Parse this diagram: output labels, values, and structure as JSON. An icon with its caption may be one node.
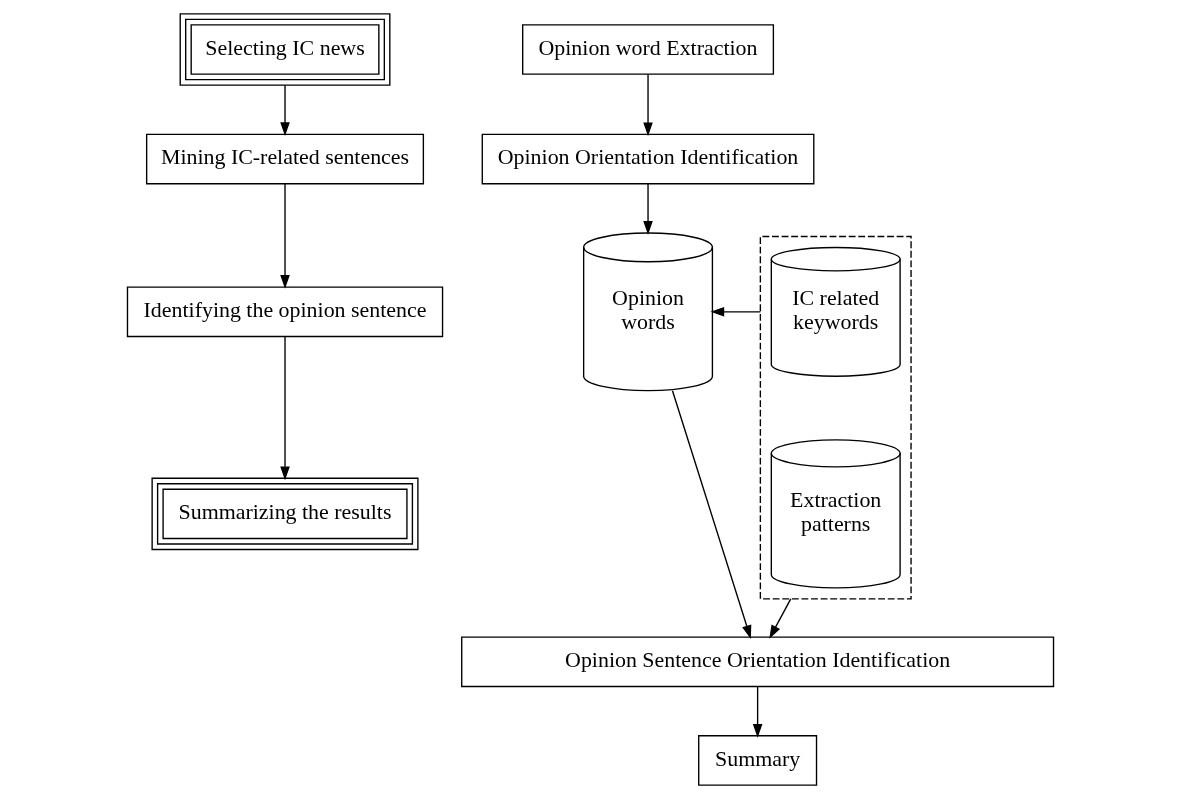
{
  "diagram": {
    "nodes": [
      {
        "text": [
          "Selecting IC news"
        ]
      },
      {
        "text": [
          "Mining IC-related sentences"
        ]
      },
      {
        "text": [
          "Identifying the opinion sentence"
        ]
      },
      {
        "text": [
          "Summarizing the results"
        ]
      },
      {
        "text": [
          "Opinion word Extraction"
        ]
      },
      {
        "text": [
          "Opinion Orientation Identification"
        ]
      },
      {
        "text": [
          "Opinion words"
        ]
      },
      {
        "text": [],
        "shape": "box"
      },
      {
        "text": [
          "IC related keywords"
        ],
        "in": 7
      },
      {
        "text": [
          "Extraction patterns"
        ],
        "in": 7
      },
      {
        "text": [
          "Opinion Sentence Orientation Identification"
        ]
      },
      {
        "text": [
          "Summary"
        ]
      }
    ],
    "edges": [
      {
        "from": 0,
        "to": 1,
        "arrow": "to"
      },
      {
        "from": 1,
        "to": 2,
        "arrow": "to"
      },
      {
        "from": 2,
        "to": 3,
        "arrow": "to"
      },
      {
        "from": 4,
        "to": 5,
        "arrow": "to"
      },
      {
        "from": 5,
        "to": 6,
        "arrow": "to"
      },
      {
        "from": 7,
        "to": 6,
        "arrow": "to"
      },
      {
        "from": 6,
        "to": 10,
        "arrow": "to"
      },
      {
        "from": 7,
        "to": 10,
        "arrow": "to"
      },
      {
        "from": 10,
        "to": 11,
        "arrow": "to"
      }
    ]
  }
}
